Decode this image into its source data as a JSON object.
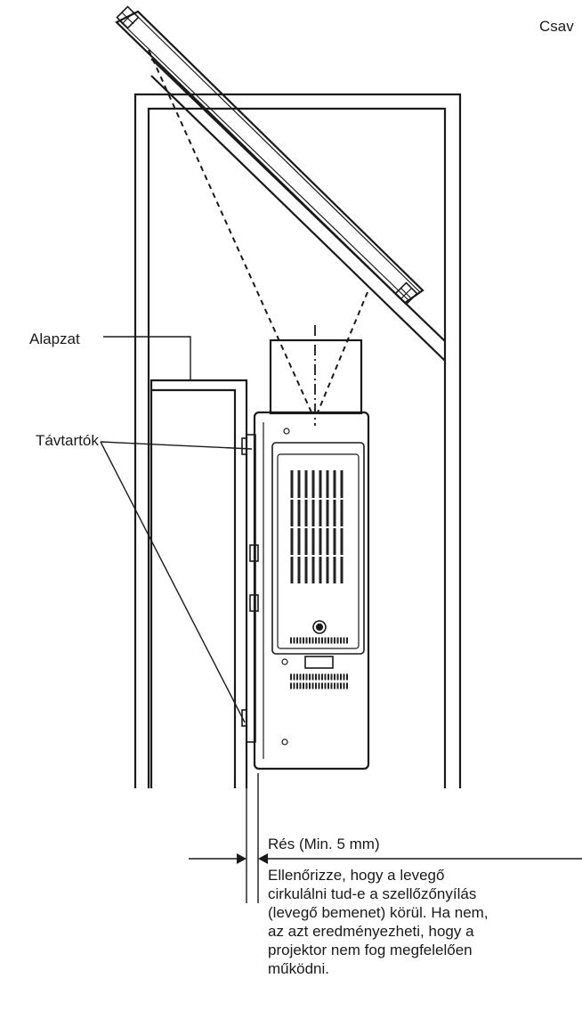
{
  "labels": {
    "corner_text": "Csav",
    "base": "Alapzat",
    "spacers": "Távtartók",
    "gap": "Rés (Min. 5 mm)"
  },
  "note": {
    "lines": [
      "Ellenőrizze, hogy a levegő",
      "cirkulálni tud-e a szellőzőnyílás",
      "(levegő bemenet) körül. Ha nem,",
      "az azt eredményezheti, hogy a",
      "projektor nem fog megfelelően",
      "működni."
    ]
  }
}
